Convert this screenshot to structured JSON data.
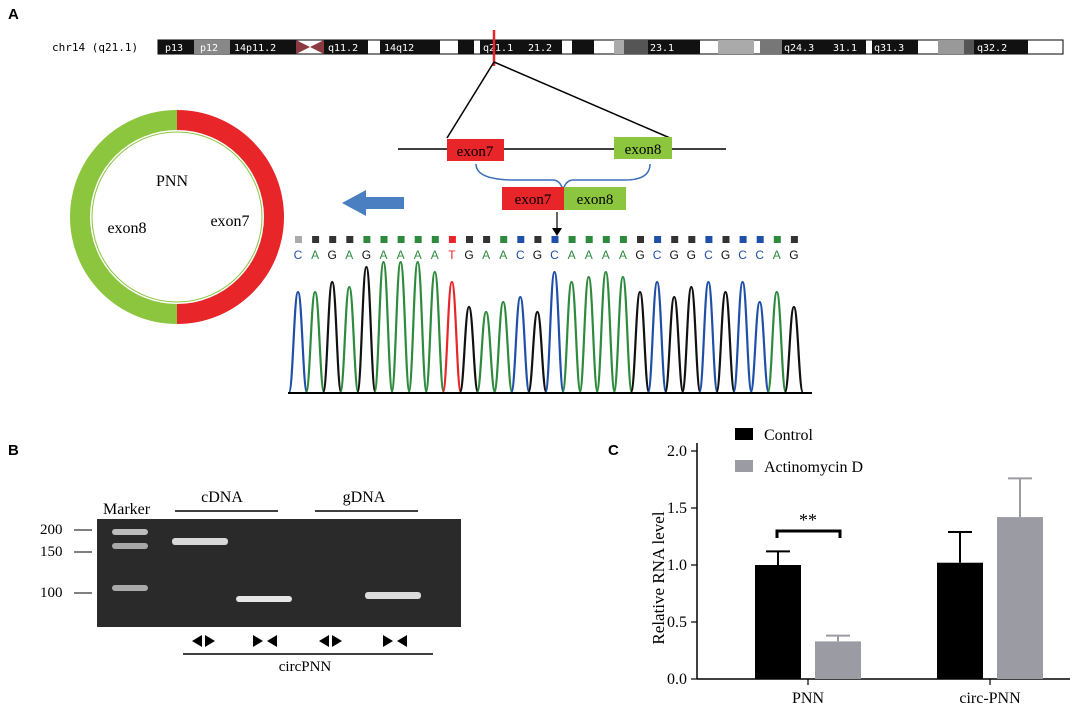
{
  "panels": {
    "a": "A",
    "b": "B",
    "c": "C"
  },
  "panelA": {
    "chromosome_label": "chr14 (q21.1)",
    "bands": [
      "p13",
      "p12",
      "14p11.2",
      "q11.2",
      "14q12",
      "q21.1",
      "21.2",
      "23.1",
      "q24.3",
      "31.1",
      "q31.3",
      "q32.2"
    ],
    "exon7": "exon7",
    "exon8": "exon8",
    "circle_center": "PNN",
    "circle_exon8": "exon8",
    "circle_exon7": "exon7",
    "sequence": [
      "C",
      "A",
      "G",
      "A",
      "G",
      "A",
      "A",
      "A",
      "A",
      "T",
      "G",
      "A",
      "A",
      "C",
      "G",
      "C",
      "A",
      "A",
      "A",
      "A",
      "G",
      "C",
      "G",
      "G",
      "C",
      "G",
      "C",
      "C",
      "A",
      "G"
    ],
    "colors": {
      "exon7": "#e8262a",
      "exon8": "#8cc63f",
      "arrow": "#4a7fc1",
      "A": "#2e8b3e",
      "C": "#1f4fa8",
      "G": "#111111",
      "T": "#e8262a"
    }
  },
  "panelB": {
    "marker": "Marker",
    "cdna": "cDNA",
    "gdna": "gDNA",
    "ladder": [
      "200",
      "150",
      "100"
    ],
    "circ": "circPNN"
  },
  "chart_data": {
    "type": "bar",
    "categories": [
      "PNN",
      "circ-PNN"
    ],
    "series": [
      {
        "name": "Control",
        "values": [
          1.0,
          1.02
        ],
        "errors": [
          0.12,
          0.27
        ],
        "color": "#000000"
      },
      {
        "name": "Actinomycin D",
        "values": [
          0.33,
          1.42
        ],
        "errors": [
          0.05,
          0.34
        ],
        "color": "#9b9ba3"
      }
    ],
    "ylabel": "Relative RNA level",
    "ylim": [
      0,
      2.0
    ],
    "yticks": [
      "0.0",
      "0.5",
      "1.0",
      "1.5",
      "2.0"
    ],
    "significance": "**",
    "legend": "top-left"
  }
}
